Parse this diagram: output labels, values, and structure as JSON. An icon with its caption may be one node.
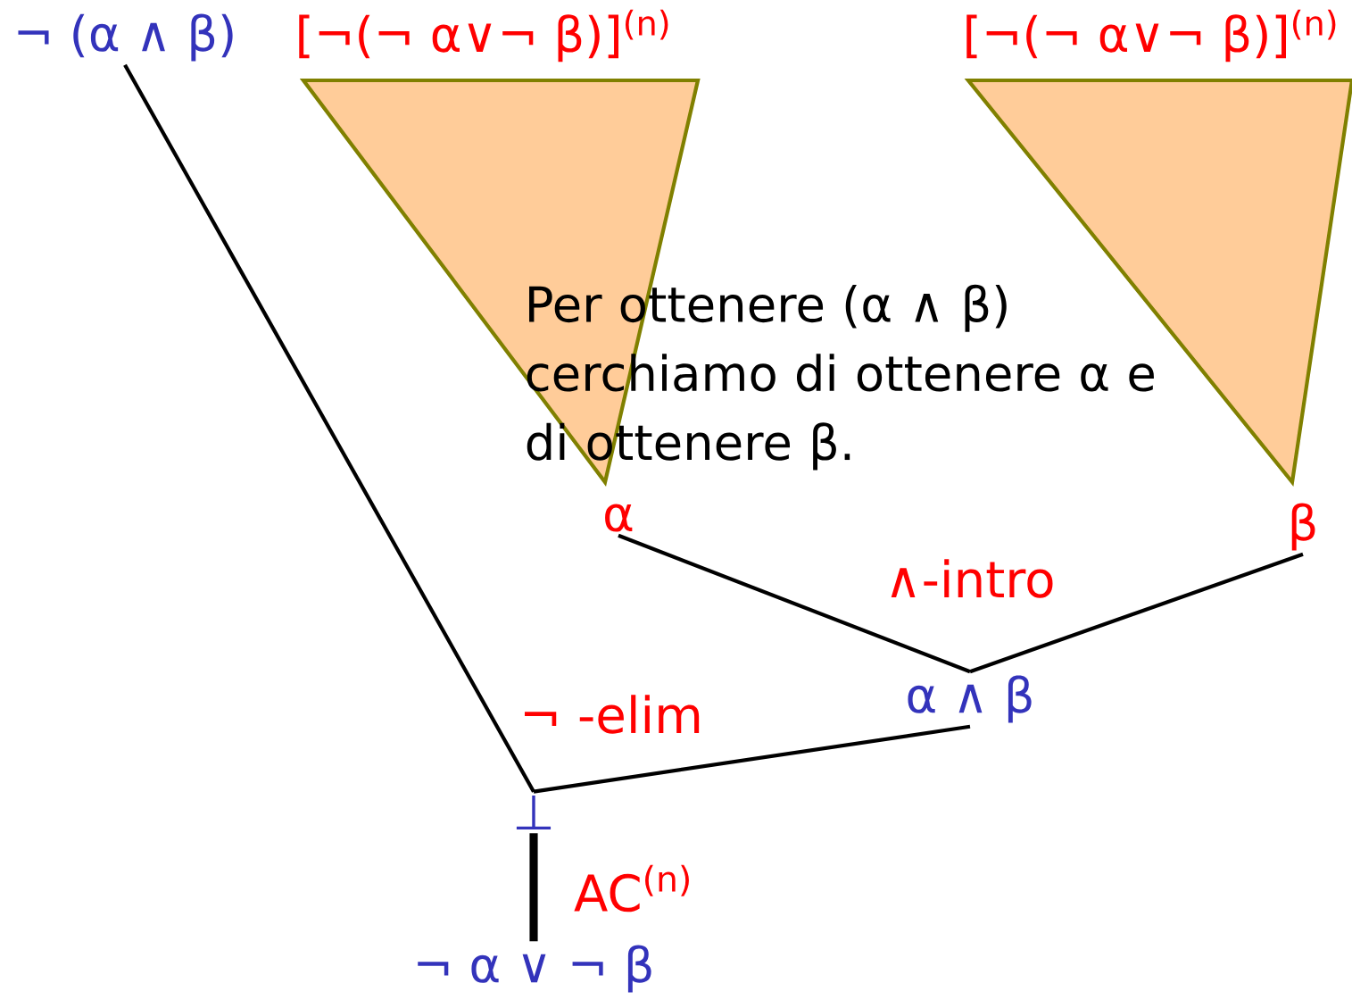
{
  "diagram": {
    "nodes": [
      {
        "text": [
          "¬ (α ∧ β)"
        ]
      },
      {
        "text": [
          "[¬(¬ α∨¬ β)]$^{(n)}$"
        ]
      },
      {
        "text": [
          "α"
        ]
      },
      {
        "text": [
          "[¬(¬ α∨¬ β)]$^{(n)}$"
        ]
      },
      {
        "text": [
          "β"
        ]
      },
      {
        "text": [
          "α ∧ β"
        ]
      },
      {
        "text": [
          "⊥"
        ]
      },
      {
        "text": [
          "¬ α ∨ ¬ β"
        ]
      }
    ],
    "edges": [
      {
        "from": 2,
        "to": 5,
        "arrow": "none"
      },
      {
        "from": 4,
        "to": 5,
        "arrow": "none"
      },
      {
        "from": 0,
        "to": 6,
        "arrow": "none"
      },
      {
        "from": 5,
        "to": 6,
        "arrow": "none"
      },
      {
        "from": 6,
        "to": 7,
        "arrow": "none",
        "style": "thick"
      }
    ],
    "labels": [
      "Per ottenere (α ∧ β) cerchiamo di ottenere α e di ottenere β.",
      "∧-intro",
      "¬ -elim",
      "AC$^{(n)}$"
    ]
  }
}
